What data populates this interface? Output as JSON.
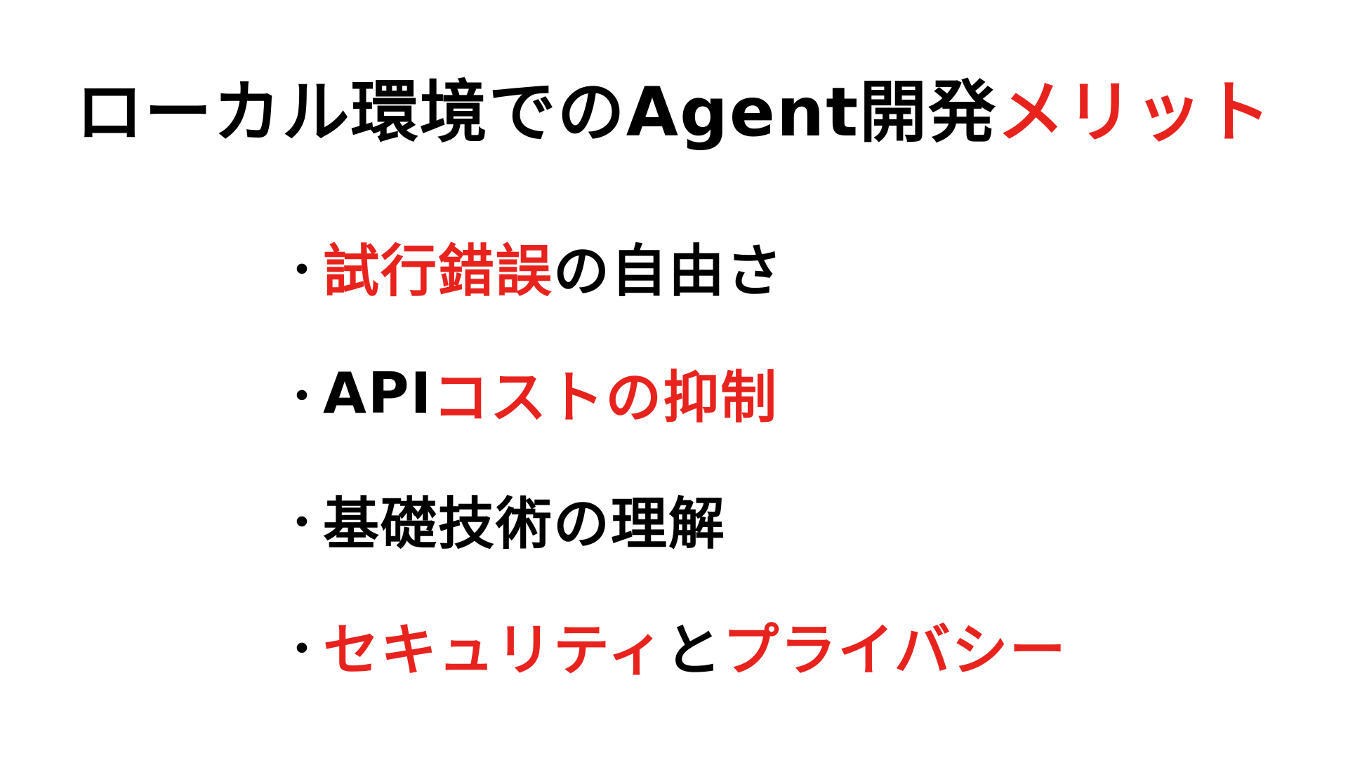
{
  "slide": {
    "title": {
      "prefix": "ローカル環境でのAgent開発",
      "highlight": "メリット"
    },
    "bullet_marker": "・",
    "bullets": [
      {
        "parts": [
          {
            "text": "試行錯誤",
            "color": "#e8231e"
          },
          {
            "text": "の自由さ",
            "color": "#000000"
          }
        ]
      },
      {
        "parts": [
          {
            "text": "API",
            "color": "#000000"
          },
          {
            "text": "コストの抑制",
            "color": "#e8231e"
          }
        ]
      },
      {
        "parts": [
          {
            "text": "基礎技術の理解",
            "color": "#000000"
          }
        ]
      },
      {
        "parts": [
          {
            "text": "セキュリティ",
            "color": "#e8231e"
          },
          {
            "text": "と",
            "color": "#000000"
          },
          {
            "text": "プライバシー",
            "color": "#e8231e"
          }
        ]
      }
    ]
  },
  "colors": {
    "accent": "#e8231e",
    "text": "#000000",
    "background": "#ffffff"
  }
}
